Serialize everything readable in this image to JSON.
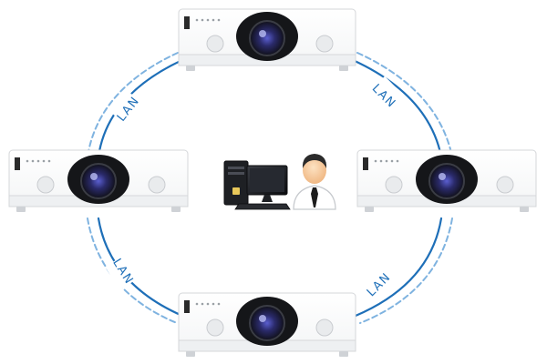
{
  "lan_labels": {
    "top_left": "LAN",
    "top_right": "LAN",
    "bottom_left": "LAN",
    "bottom_right": "LAN"
  },
  "nodes": {
    "projectors": [
      "top",
      "left",
      "right",
      "bottom"
    ],
    "center": [
      "desktop-computer",
      "user"
    ]
  },
  "colors": {
    "link_solid": "#1e6fb8",
    "link_dashed": "#7fb3e0",
    "projector_body": "#ffffff",
    "projector_edge": "#d5d7da",
    "lens": "#1a1c24",
    "user_tie": "#1c1c1c",
    "user_skin": "#f5c99a"
  }
}
